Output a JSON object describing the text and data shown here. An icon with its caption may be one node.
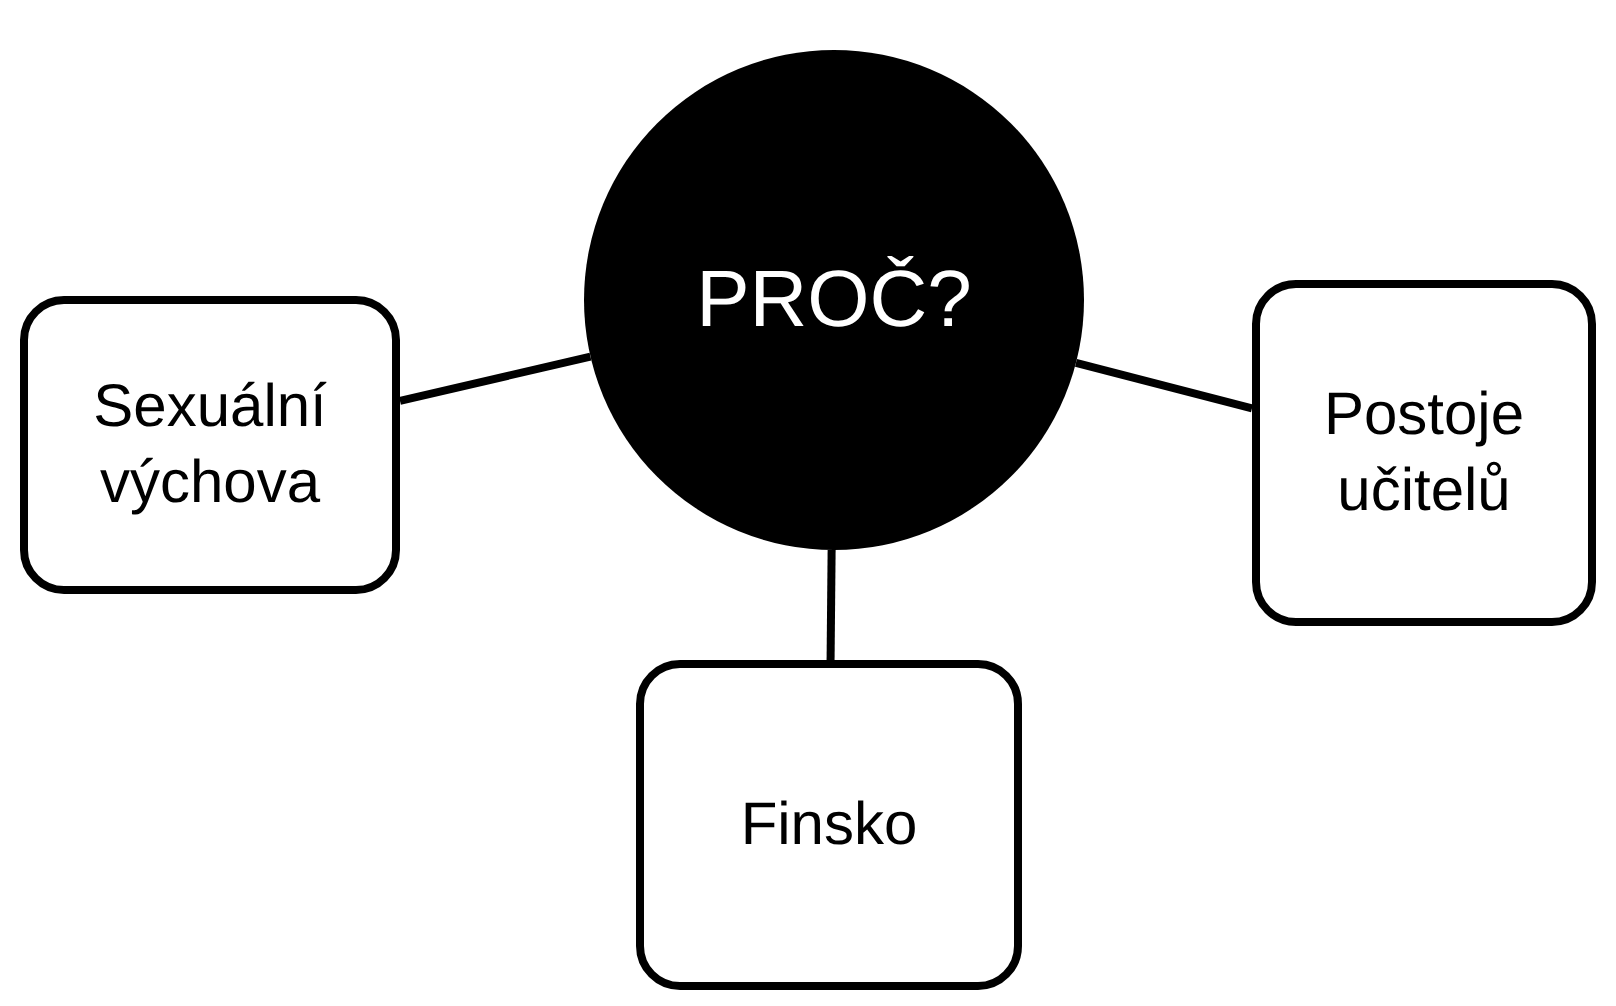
{
  "diagram": {
    "nodes": [
      {
        "text": [
          "PROČ?"
        ]
      },
      {
        "text": [
          "Sexuální výchova"
        ]
      },
      {
        "text": [
          "Postoje učitelů"
        ]
      },
      {
        "text": [
          "Finsko"
        ]
      }
    ],
    "edges": [
      {
        "from": 0,
        "to": 1,
        "arrow": "none"
      },
      {
        "from": 0,
        "to": 2,
        "arrow": "none"
      },
      {
        "from": 0,
        "to": 3,
        "arrow": "none"
      }
    ]
  }
}
